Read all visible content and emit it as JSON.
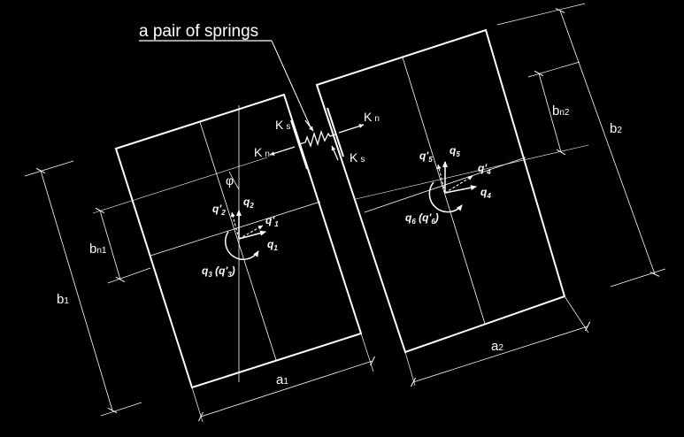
{
  "title": "a pair of springs",
  "block1": {
    "width_label": "a",
    "width_sub": "1",
    "height_label": "b",
    "height_sub": "1",
    "offset_label": "b",
    "offset_sub": "n1",
    "angle_label": "φ",
    "dof": {
      "q1": {
        "base": "q",
        "sub": "1"
      },
      "q1p": {
        "base": "q'",
        "sub": "1"
      },
      "q2": {
        "base": "q",
        "sub": "2"
      },
      "q2p": {
        "base": "q'",
        "sub": "2"
      },
      "q3": {
        "base": "q",
        "sub": "3",
        "tail": " (q'",
        "sub2": "3",
        "end": ")"
      }
    }
  },
  "block2": {
    "width_label": "a",
    "width_sub": "2",
    "height_label": "b",
    "height_sub": "2",
    "offset_label": "b",
    "offset_sub": "n2",
    "dof": {
      "q4": {
        "base": "q",
        "sub": "4"
      },
      "q4p": {
        "base": "q'",
        "sub": "4"
      },
      "q5": {
        "base": "q",
        "sub": "5"
      },
      "q5p": {
        "base": "q'",
        "sub": "5"
      },
      "q6": {
        "base": "q",
        "sub": "6",
        "tail": " (q'",
        "sub2": "6",
        "end": ")"
      }
    }
  },
  "springs": {
    "kn_label": "K",
    "kn_sub": "n",
    "ks_label": "K",
    "ks_sub": "s"
  },
  "colors": {
    "background": "#000000",
    "line": "#ffffff"
  }
}
